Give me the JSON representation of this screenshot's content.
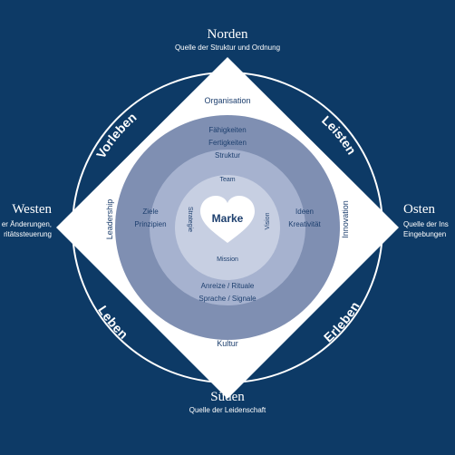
{
  "colors": {
    "background": "#0d3a66",
    "ring_line": "#ffffff",
    "diamond": "#ffffff",
    "outer_disc": "#7f8fb2",
    "middle_disc": "#a6b2cf",
    "inner_disc": "#c7cfe2",
    "heart": "#ffffff",
    "dark_text": "#1d3f6e",
    "light_text": "#ffffff"
  },
  "compass": {
    "north": {
      "title": "Norden",
      "subtitle": "Quelle der Struktur und Ordnung"
    },
    "east": {
      "title": "Osten",
      "subtitle_line1": "Quelle der Ins",
      "subtitle_line2": "Eingebungen"
    },
    "south": {
      "title": "Süden",
      "subtitle": "Quelle der Leidenschaft"
    },
    "west": {
      "title": "Westen",
      "subtitle_line1": "er Änderungen,",
      "subtitle_line2": "ritätssteuerung"
    }
  },
  "ring_labels": {
    "top_left": "Vorleben",
    "top_right": "Leisten",
    "bottom_right": "Erleben",
    "bottom_left": "Leben"
  },
  "diamond_labels": {
    "top": "Organisation",
    "right": "Innovation",
    "bottom": "Kultur",
    "left": "Leadership"
  },
  "outer_disc_labels": {
    "top": [
      "Fähigkeiten",
      "Fertigkeiten",
      "Struktur"
    ],
    "right": [
      "Ideen",
      "Kreativität"
    ],
    "bottom": [
      "Anreize / Rituale",
      "Sprache / Signale"
    ],
    "left": [
      "Ziele",
      "Prinzipien"
    ]
  },
  "inner_disc_labels": {
    "top": "Team",
    "right": "Vision",
    "bottom": "Mission",
    "left": "Strategie"
  },
  "center": {
    "label": "Marke"
  }
}
